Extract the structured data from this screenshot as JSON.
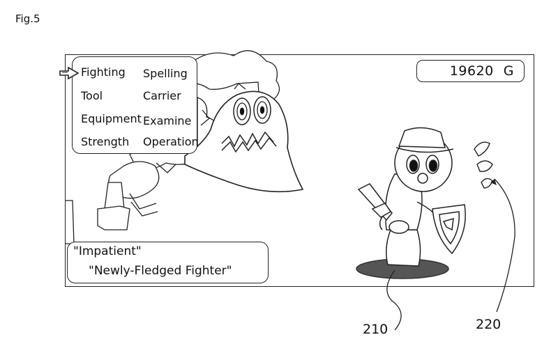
{
  "figure": {
    "label": "Fig.5"
  },
  "hud": {
    "gold_amount": "19620",
    "gold_unit": "G"
  },
  "menu": {
    "items": [
      "Fighting",
      "Spelling",
      "Tool",
      "Carrier",
      "Equipment",
      "Examine",
      "Strength",
      "Operation"
    ],
    "selected": "Fighting"
  },
  "player_title": {
    "line1": "\"Impatient\"",
    "line2": "\"Newly-Fledged Fighter\""
  },
  "reference_numerals": {
    "character": "210",
    "effect": "220"
  },
  "icons": {
    "cursor": "pointing-hand-icon"
  }
}
